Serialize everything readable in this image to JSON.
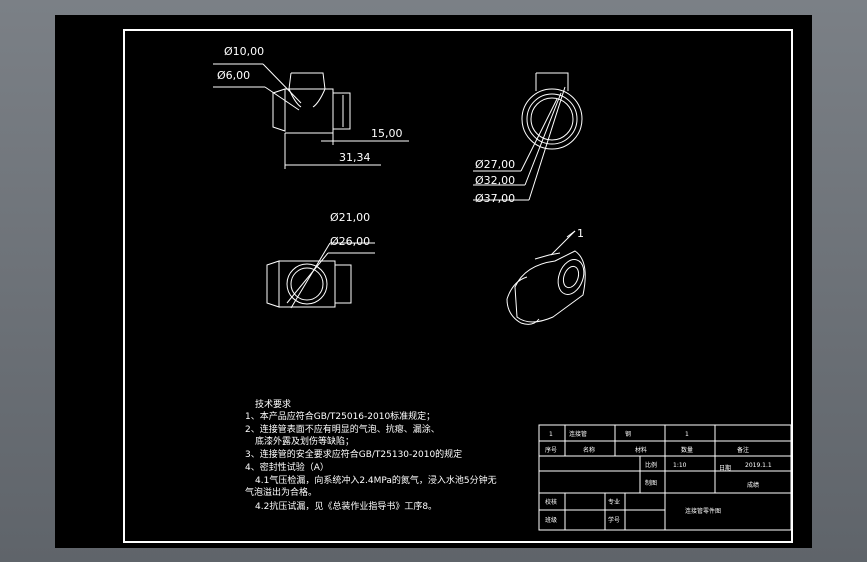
{
  "dimensions": {
    "d10": "Ø10,00",
    "d6": "Ø6,00",
    "len15": "15,00",
    "len31": "31,34",
    "d27": "Ø27,00",
    "d32": "Ø32,00",
    "d37": "Ø37,00",
    "d21": "Ø21,00",
    "d26": "Ø26,00"
  },
  "balloon": "1",
  "notes": {
    "heading": "技术要求",
    "line1": "1、本产品应符合GB/T25016-2010标准规定；",
    "line2": "2、连接管表面不应有明显的气泡、抗瘪、漏涂、",
    "line2b": "底漆外露及划伤等缺陷；",
    "line3": "3、连接管的安全要求应符合GB/T25130-2010的规定",
    "line4": "4、密封性试验（A）",
    "line41": "4.1气压检漏，向系统冲入2.4MPa的氮气，浸入水池5分钟无",
    "line41b": "气泡溢出为合格。",
    "line42": "4.2抗压试漏，见《总装作业指导书》工序8。"
  },
  "title_block": {
    "r1c1": "1",
    "r1c2": "连接管",
    "r1c3": "钢",
    "r1c4": "1",
    "r2c1": "序号",
    "r2c2": "名称",
    "r2c3": "材料",
    "r2c4": "数量",
    "r2c5": "备注",
    "scale_label": "比例",
    "scale": "1:10",
    "date_label": "日期",
    "date": "2019.1.1",
    "drawn_label": "制图",
    "grade": "成绩",
    "school": "专业",
    "class": "班级",
    "student": "学号",
    "checker": "校核",
    "drawing_title": "连接管零件图"
  },
  "colors": {
    "background": "#000000",
    "frame": "#ffffff",
    "viewport": "#6f747a"
  }
}
